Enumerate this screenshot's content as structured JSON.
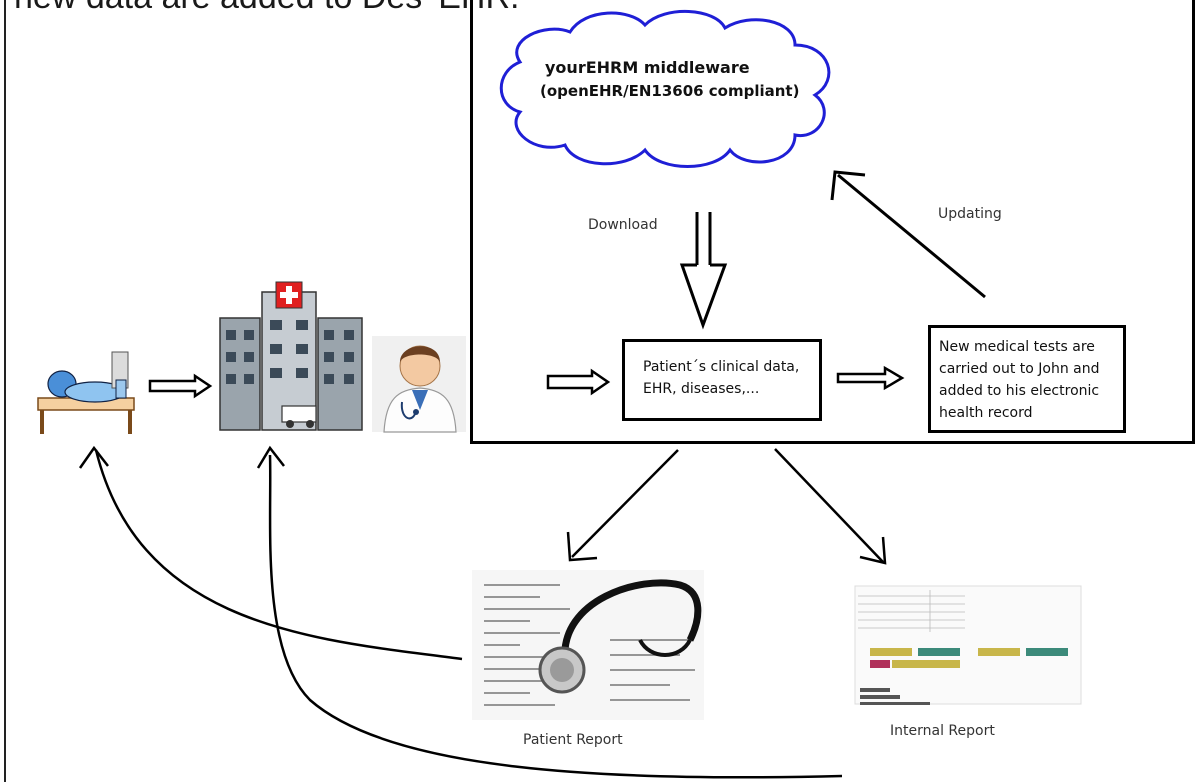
{
  "heading": "new data are added to Des' EHR.",
  "cloud": {
    "line1": "yourEHRM middleware",
    "line2": "(openEHR/EN13606 compliant)"
  },
  "labels": {
    "download": "Download",
    "updating": "Updating"
  },
  "boxes": {
    "clinical": {
      "line1": "Patient´s clinical data,",
      "line2": "EHR, diseases,..."
    },
    "tests": {
      "line1": "New medical tests are",
      "line2": "carried out to John and",
      "line3": "added to his electronic",
      "line4": "health record"
    }
  },
  "reports": {
    "patient": "Patient Report",
    "internal": "Internal Report"
  },
  "icons": [
    "patient-bed-icon",
    "hospital-icon",
    "doctor-icon",
    "stethoscope-report-image",
    "internal-report-image"
  ],
  "colors": {
    "cloud_stroke": "#1f1fd6",
    "hospital_cross": "#e02020",
    "doctor_coat": "#f2f2f2"
  }
}
